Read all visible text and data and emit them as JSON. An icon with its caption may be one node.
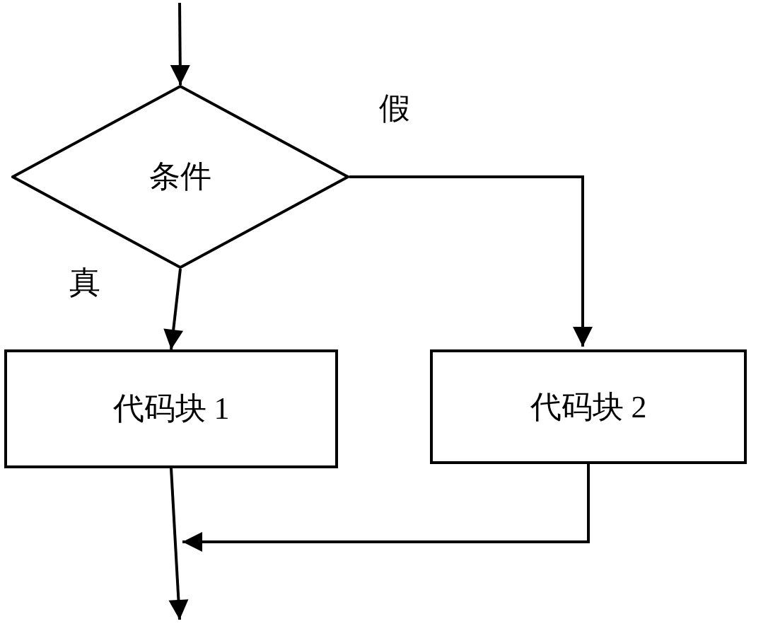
{
  "diagram": {
    "nodes": [
      {
        "text": [
          "条件"
        ]
      },
      {
        "text": [
          "代码块 1"
        ]
      },
      {
        "text": [
          "代码块 2"
        ]
      }
    ],
    "edges": [
      {
        "from": null,
        "to": 0,
        "arrow": "to"
      },
      {
        "from": 0,
        "to": 1,
        "arrow": "to",
        "label": "真"
      },
      {
        "from": 0,
        "to": 2,
        "arrow": "to",
        "label": "假"
      },
      {
        "from": 1,
        "to": null,
        "arrow": "to"
      },
      {
        "from": 2,
        "to": null,
        "arrow": "to"
      }
    ]
  }
}
